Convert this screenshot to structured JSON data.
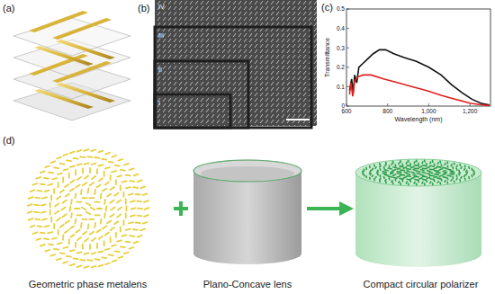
{
  "diagram": {
    "nodes": [
      {
        "text": [
          "Geometric phase metalens"
        ]
      },
      {
        "text": [
          "Plano-Concave lens"
        ]
      },
      {
        "text": [
          "Compact circular polarizer"
        ]
      }
    ],
    "edges": [
      {
        "from": 1,
        "to": 2,
        "arrow": "to"
      }
    ],
    "labels": [
      "(a)",
      "(b)",
      "IV",
      "III",
      "II",
      "I",
      "(c)",
      "0.5",
      "0.4",
      "0.3",
      "0.2",
      "0.1",
      "0",
      "Transmittance",
      "600",
      "800",
      "1,000",
      "1,200",
      "Wavelength (nm)",
      "(d)"
    ]
  }
}
